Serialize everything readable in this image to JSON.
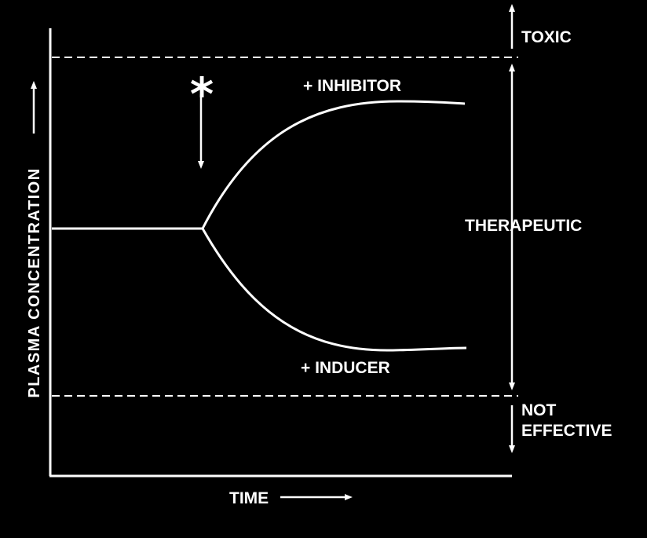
{
  "colors": {
    "background": "#000000",
    "ink": "#ffffff"
  },
  "labels": {
    "y_axis": "PLASMA CONCENTRATION",
    "x_axis": "TIME",
    "inhibitor": "+ INHIBITOR",
    "inducer": "+ INDUCER",
    "asterisk": "*",
    "toxic": "TOXIC",
    "therapeutic": "THERAPEUTIC",
    "not_effective_line1": "NOT",
    "not_effective_line2": "EFFECTIVE"
  },
  "icons": {
    "y_axis_arrow": "arrow-up-icon",
    "x_axis_arrow": "arrow-right-icon",
    "intervention_arrow": "arrow-down-icon",
    "toxic_arrow": "arrow-up-icon",
    "therapeutic_arrow": "double-arrow-vertical-icon",
    "not_effective_arrow": "arrow-down-icon"
  }
}
